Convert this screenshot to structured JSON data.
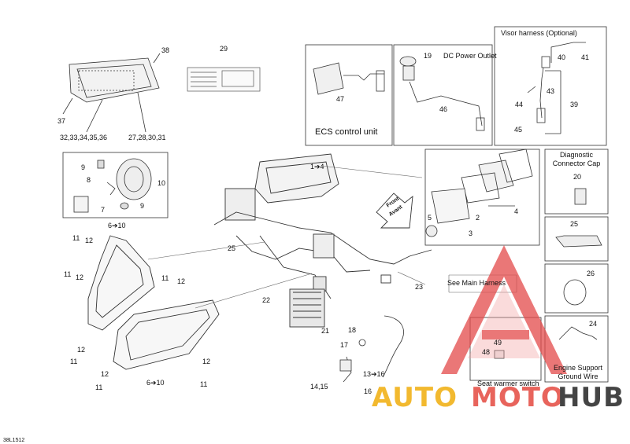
{
  "labels": {
    "l38": "38",
    "l29": "29",
    "l37": "37",
    "l32_36": "32,33,34,35,36",
    "l27_31": "27,28,30,31",
    "l47": "47",
    "l19": "19",
    "l46": "46",
    "l40": "40",
    "l41": "41",
    "l43": "43",
    "l44": "44",
    "l39": "39",
    "l45": "45",
    "l9a": "9",
    "l8": "8",
    "l10a": "10",
    "l7": "7",
    "l9b": "9",
    "l6_10a": "6➔10",
    "l1_4": "1➔4",
    "l25a": "25",
    "l2": "2",
    "l4": "4",
    "l5": "5",
    "l3": "3",
    "l20": "20",
    "l25b": "25",
    "l26": "26",
    "l24": "24",
    "l23": "23",
    "l49": "49",
    "l48": "48",
    "l18": "18",
    "l17": "17",
    "l13_16": "13➔16",
    "l14_15": "14,15",
    "l16": "16",
    "l22": "22",
    "l21": "21",
    "l11a": "11",
    "l12a": "12",
    "l11b": "11",
    "l12b": "12",
    "l11c": "11",
    "l12c": "12",
    "l12d": "12",
    "l11d": "11",
    "l12e": "12",
    "l11e": "11",
    "l6_10b": "6➔10",
    "l12f": "12",
    "l11f": "11"
  },
  "captions": {
    "ecs": "ECS control unit",
    "dc_outlet": "DC Power Outlet",
    "visor": "Visor harness (Optional)",
    "front": "Front",
    "avant": "Avant",
    "diag_cap": "Diagnostic Connector Cap",
    "ground_wire": "Engine Support Ground Wire",
    "main_harness": "See Main Harness",
    "seat_warmer": "Seat warmer switch",
    "code": "38L1512"
  },
  "watermark": {
    "part1": "AUTO",
    "part2": "MOTO",
    "part3": "HUB"
  }
}
